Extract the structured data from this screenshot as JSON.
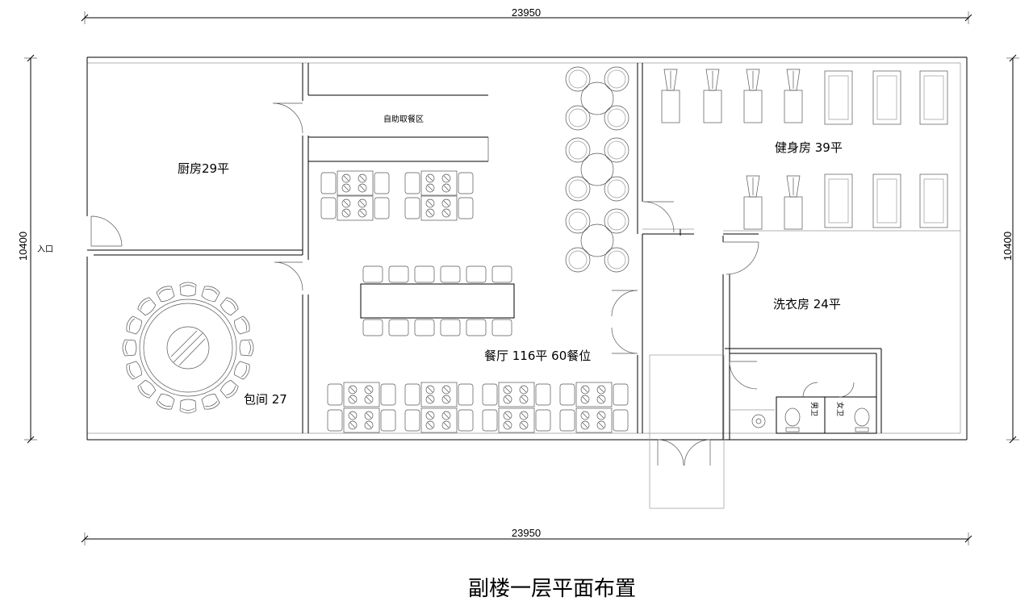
{
  "dimensions": {
    "top_width": "23950",
    "bottom_width": "23950",
    "left_height": "10400",
    "right_height": "10400"
  },
  "labels": {
    "entrance": "入口",
    "kitchen": "厨房29平",
    "buffet": "自助取餐区",
    "private_room": "包间 27",
    "dining": "餐厅 116平 60餐位",
    "gym": "健身房 39平",
    "laundry": "洗衣房 24平",
    "men_wc": "男卫",
    "women_wc": "女卫"
  },
  "title": "副楼一层平面布置"
}
